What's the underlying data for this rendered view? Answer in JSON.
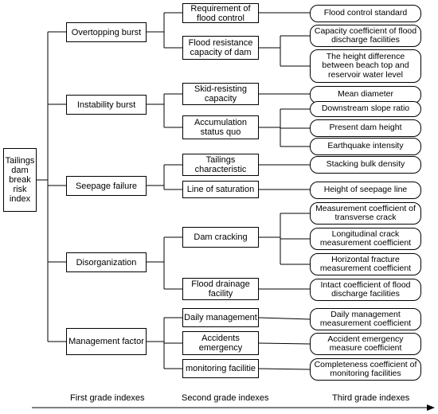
{
  "root": "Tailings dam break risk index",
  "first": [
    "Overtopping burst",
    "Instability burst",
    "Seepage failure",
    "Disorganization",
    "Management factor"
  ],
  "second": [
    "Requirement of flood control",
    "Flood resistance capacity of dam",
    "Skid-resisting capacity",
    "Accumulation status quo",
    "Tailings characteristic",
    "Line of saturation",
    "Dam cracking",
    "Flood drainage facility",
    "Daily management",
    "Accidents emergency",
    "monitoring facilitie"
  ],
  "third": [
    "Flood control standard",
    "Capacity coefficient of flood discharge facilities",
    "The height difference between beach top and reservoir water level",
    "Mean diameter",
    "Downstream slope ratio",
    "Present dam height",
    "Earthquake intensity",
    "Stacking bulk density",
    "Height of seepage line",
    "Measurement coefficient of transverse crack",
    "Longitudinal crack measurement coefficient",
    "Horizontal fracture measurement coefficient",
    "Intact coefficient of flood discharge facilities",
    "Daily management measurement coefficient",
    "Accident emergency measure coefficient",
    "Completeness coefficient of monitoring facilities"
  ],
  "axis": {
    "first": "First grade indexes",
    "second": "Second grade indexes",
    "third": "Third grade indexes"
  }
}
